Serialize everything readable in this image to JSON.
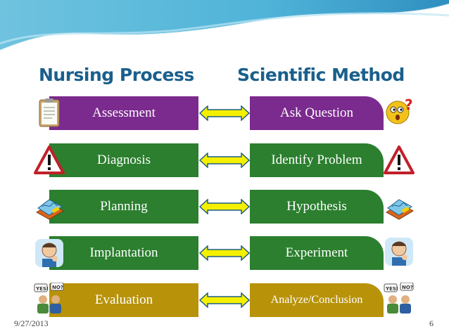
{
  "headings": {
    "left": "Nursing Process",
    "right": "Scientific Method"
  },
  "rows": [
    {
      "left": "Assessment",
      "right": "Ask Question",
      "color": "#7b2a8e",
      "left_icon": "clipboard-icon",
      "right_icon": "question-face-icon"
    },
    {
      "left": "Diagnosis",
      "right": "Identify Problem",
      "color": "#2b7f2e",
      "left_icon": "warning-sign-icon",
      "right_icon": "warning-sign-icon"
    },
    {
      "left": "Planning",
      "right": "Hypothesis",
      "color": "#2b7f2e",
      "left_icon": "plan-book-icon",
      "right_icon": "plan-book-icon"
    },
    {
      "left": "Implantation",
      "right": "Experiment",
      "color": "#2b7f2e",
      "left_icon": "thinking-man-icon",
      "right_icon": "thinking-man-icon"
    },
    {
      "left": "Evaluation",
      "right": "Analyze/Conclusion",
      "color": "#b8930a",
      "left_icon": "yes-no-people-icon",
      "right_icon": "yes-no-people-icon"
    }
  ],
  "footer": {
    "date": "9/27/2013",
    "page": "6"
  },
  "colors": {
    "heading": "#1a5f8c",
    "arrow_fill": "#f4f000",
    "arrow_stroke": "#1f5d87"
  }
}
